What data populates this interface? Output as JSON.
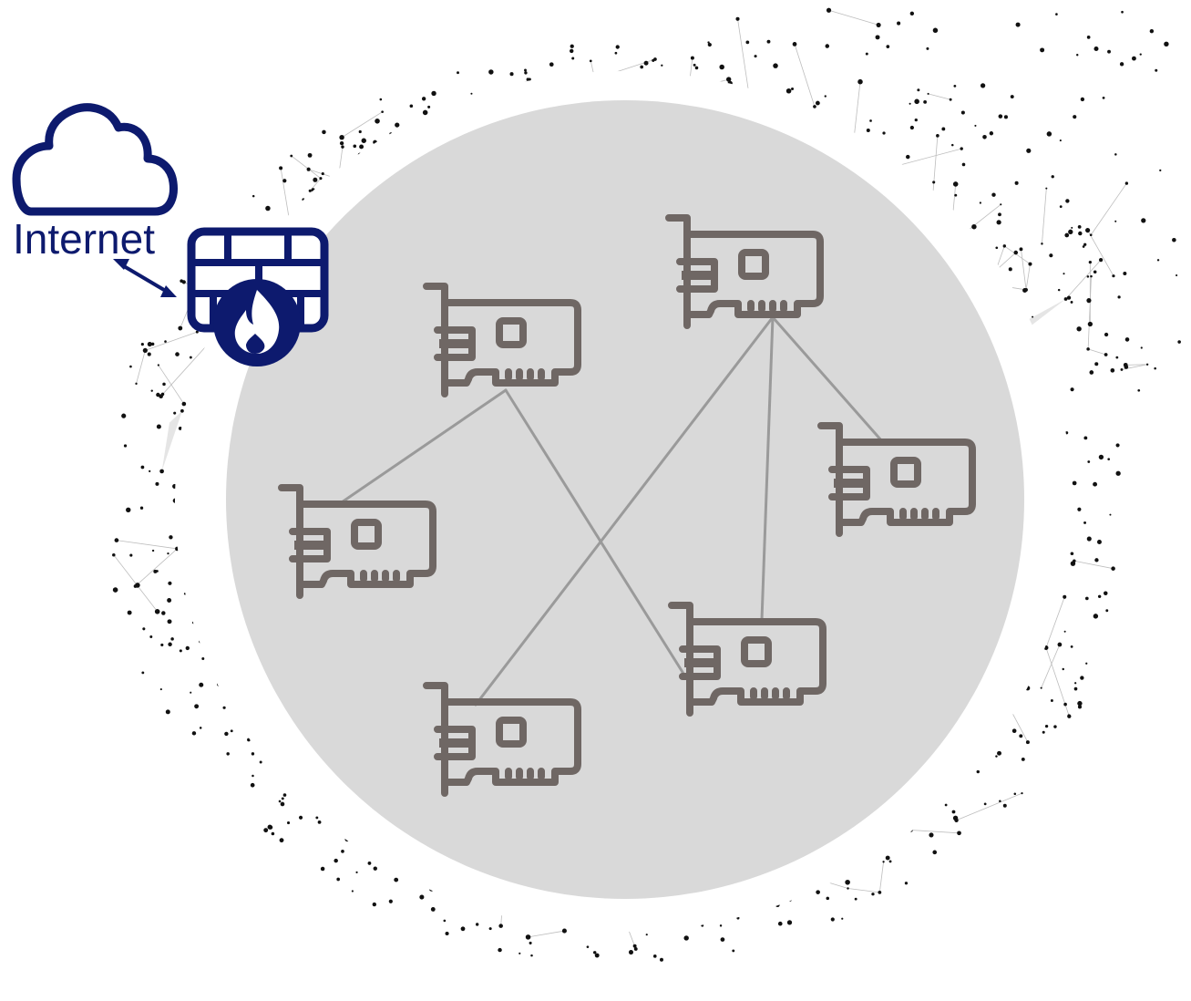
{
  "colors": {
    "background": "#ffffff",
    "inner_circle": "#d9d9d9",
    "nic_stroke": "#6f6764",
    "link_stroke": "#9a9a9a",
    "brand_navy": "#0d1a6e",
    "mesh_dots": "#111111",
    "mesh_lines": "#bdbdbd",
    "mesh_fill": "#cfcfcf"
  },
  "internet": {
    "label": "Internet",
    "icon": "cloud-icon"
  },
  "firewall": {
    "icon": "firewall-icon"
  },
  "connection": {
    "icon": "bidirectional-arrow-icon"
  },
  "nodes": [
    {
      "id": "nic-1",
      "icon": "network-card-icon"
    },
    {
      "id": "nic-2",
      "icon": "network-card-icon"
    },
    {
      "id": "nic-3",
      "icon": "network-card-icon"
    },
    {
      "id": "nic-4",
      "icon": "network-card-icon"
    },
    {
      "id": "nic-5",
      "icon": "network-card-icon"
    },
    {
      "id": "nic-6",
      "icon": "network-card-icon"
    }
  ],
  "edges": [
    [
      "nic-1",
      "nic-2"
    ],
    [
      "nic-1",
      "nic-5"
    ],
    [
      "nic-3",
      "nic-6"
    ],
    [
      "nic-3",
      "nic-4"
    ],
    [
      "nic-3",
      "nic-5"
    ]
  ]
}
